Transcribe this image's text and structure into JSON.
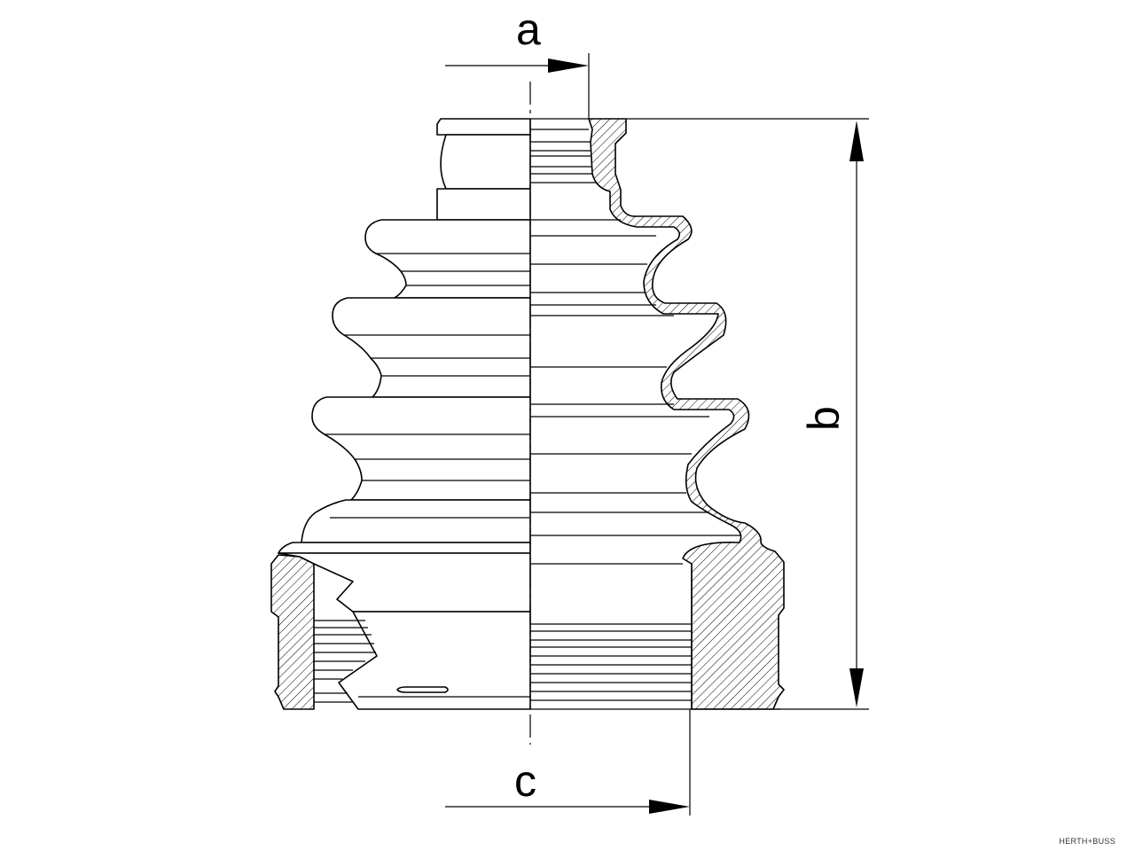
{
  "dimensions": {
    "a": "a",
    "b": "b",
    "c": "c"
  },
  "brand": "HERTH+BUSS",
  "colors": {
    "line": "#000000",
    "background": "#ffffff"
  }
}
